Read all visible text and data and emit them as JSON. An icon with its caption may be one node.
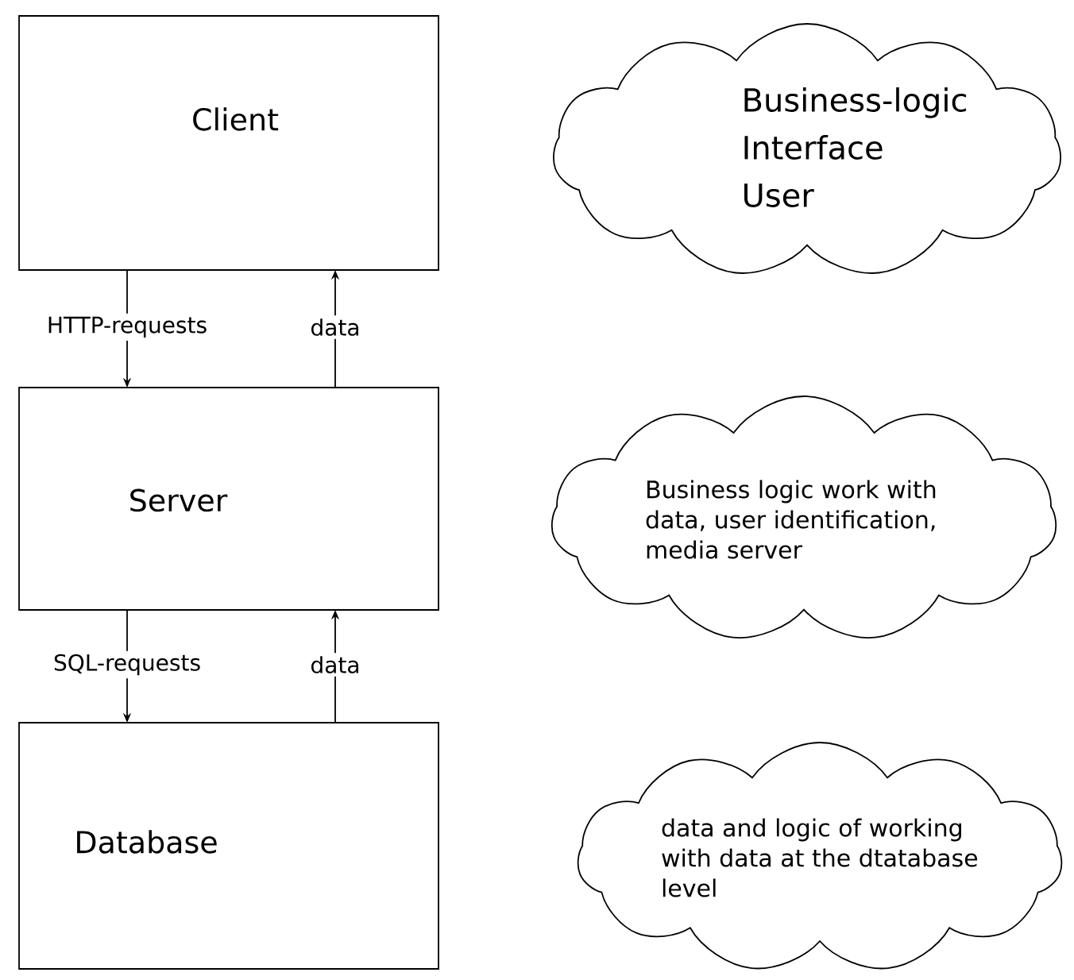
{
  "diagram": {
    "nodes": [
      {
        "text": [
          "Client"
        ]
      },
      {
        "text": [
          "Business-logic",
          "Interface",
          "User"
        ]
      },
      {
        "text": [
          "Server"
        ]
      },
      {
        "text": [
          "Business logic work with data, user identification, media server"
        ]
      },
      {
        "text": [
          "Database"
        ]
      },
      {
        "text": [
          "data and logic of working with data at the dtatabase level"
        ]
      }
    ],
    "edges": [
      {
        "from": 0,
        "to": 2,
        "arrow": "to",
        "label": "HTTP-requests"
      },
      {
        "from": 2,
        "to": 0,
        "arrow": "to",
        "label": "data"
      },
      {
        "from": 2,
        "to": 4,
        "arrow": "to",
        "label": "SQL-requests"
      },
      {
        "from": 4,
        "to": 2,
        "arrow": "to",
        "label": "data"
      }
    ]
  }
}
